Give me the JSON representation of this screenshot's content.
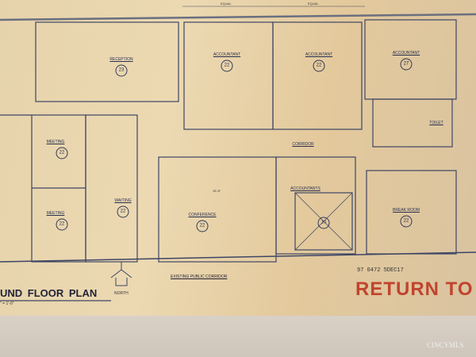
{
  "plan": {
    "title": "UND FLOOR PLAN",
    "scale": "\" = 1'-0\"",
    "north_label": "NORTH",
    "corridor_label": "EXISTING PUBLIC CORRIDOR",
    "dimension_equal_1": "EQUAL",
    "dimension_equal_2": "EQUAL",
    "dimension_conference": "15'-8\"",
    "rooms": [
      {
        "name": "RECEPTION",
        "tag": "23"
      },
      {
        "name": "ACCOUNTANT",
        "tag": "22"
      },
      {
        "name": "ACCOUNTANT",
        "tag": "22"
      },
      {
        "name": "ACCOUNTANT",
        "tag": "27"
      },
      {
        "name": "MEETING",
        "tag": "22"
      },
      {
        "name": "MEETING",
        "tag": "22"
      },
      {
        "name": "WAITING",
        "tag": "22"
      },
      {
        "name": "CONFERENCE",
        "tag": "22"
      },
      {
        "name": "CORRIDOR",
        "tag": ""
      },
      {
        "name": "ACCOUNTANTS",
        "tag": "10"
      },
      {
        "name": "BREAK ROOM",
        "tag": "22"
      },
      {
        "name": "TOILET",
        "tag": ""
      }
    ]
  },
  "stamp": {
    "number": "97 0472 5DEC17",
    "text": "RETURN TO"
  },
  "watermark": "CINCYMLS"
}
